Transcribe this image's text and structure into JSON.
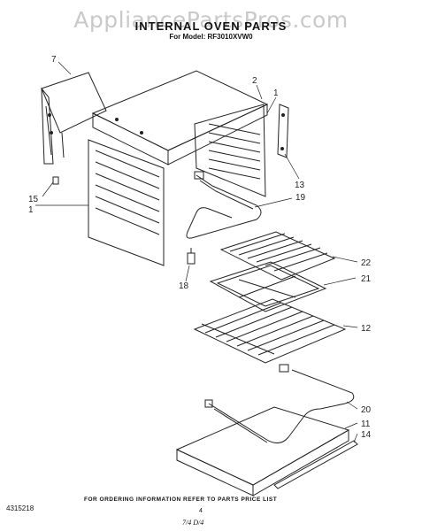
{
  "watermark": "AppliancePartsPros.com",
  "title": "INTERNAL OVEN PARTS",
  "subtitle": "For Model: RF3010XVW0",
  "footer_text": "FOR ORDERING INFORMATION REFER TO PARTS PRICE LIST",
  "document_number": "4315218",
  "page_number": "4",
  "handwritten_note": "7/4 D/4",
  "callouts": {
    "c7": "7",
    "c2": "2",
    "c1a": "1",
    "c13": "13",
    "c15": "15",
    "c1b": "1",
    "c19": "19",
    "c22": "22",
    "c21": "21",
    "c18": "18",
    "c12": "12",
    "c20": "20",
    "c11": "11",
    "c14": "14"
  }
}
